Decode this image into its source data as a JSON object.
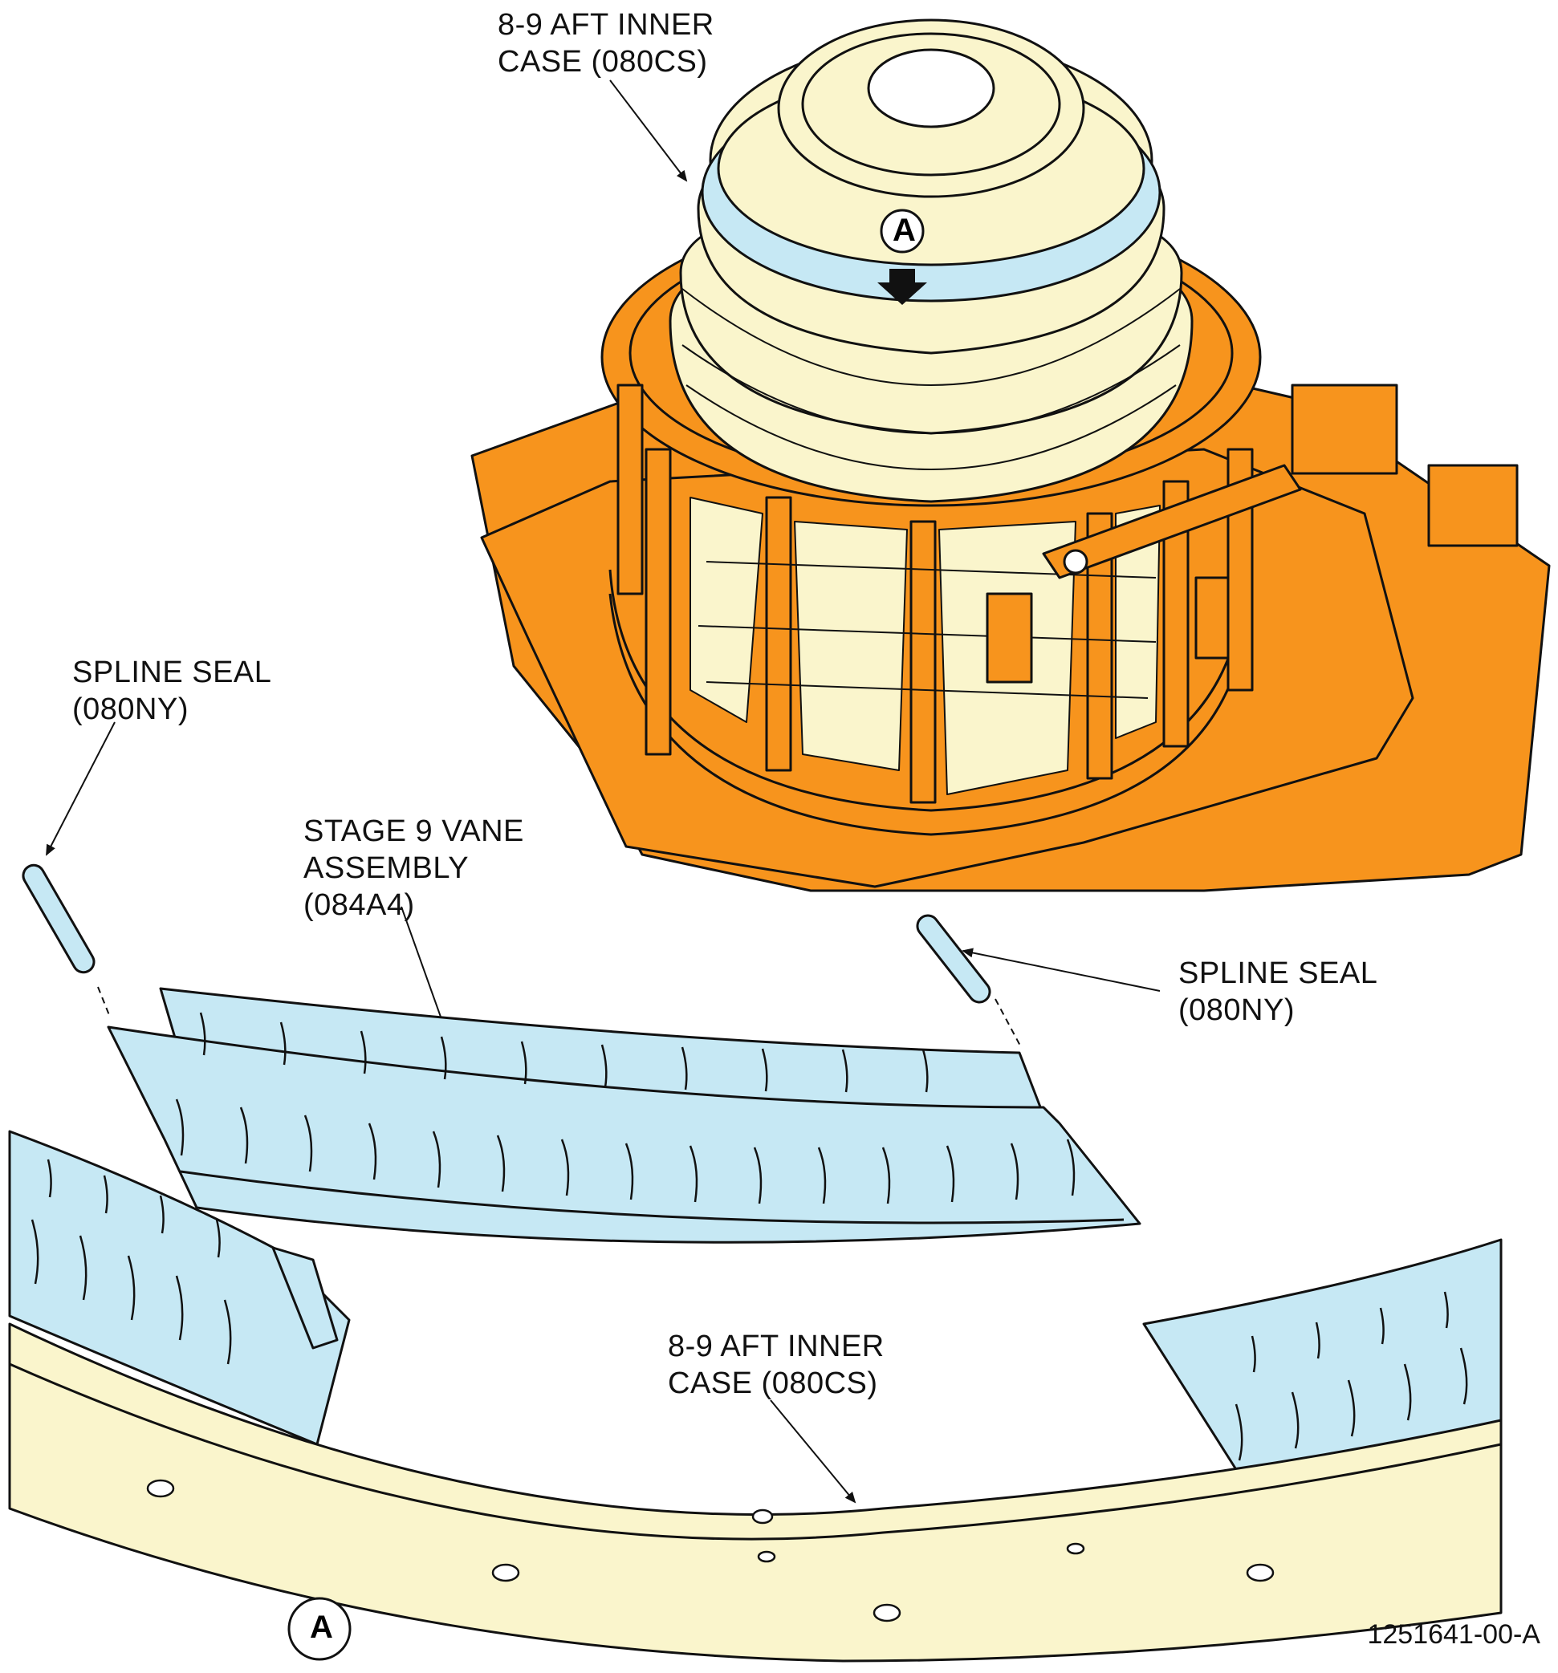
{
  "labels": {
    "top_case": [
      "8-9 AFT INNER",
      "CASE (080CS)"
    ],
    "spline_seal_left": [
      "SPLINE SEAL",
      "(080NY)"
    ],
    "vane_assembly": [
      "STAGE 9 VANE",
      "ASSEMBLY",
      "(084A4)"
    ],
    "spline_seal_right": [
      "SPLINE SEAL",
      "(080NY)"
    ],
    "bottom_case": [
      "8-9 AFT INNER",
      "CASE (080CS)"
    ]
  },
  "callouts": {
    "view_marker": "A",
    "detail_marker": "A"
  },
  "figure_number": "1251641-00-A",
  "colors": {
    "fixture_orange": "#F7941D",
    "case_cream": "#FAF5CC",
    "vane_blue": "#C6E8F4",
    "line": "#111111"
  }
}
